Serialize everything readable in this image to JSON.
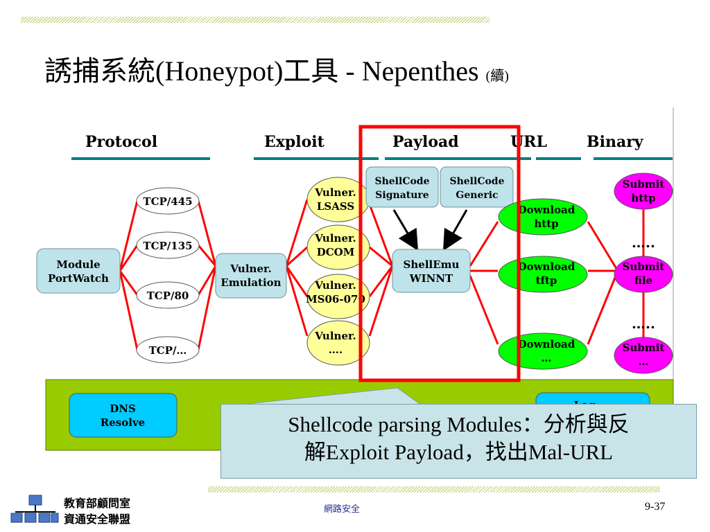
{
  "title": {
    "main": "誘捕系統(Honeypot)工具 - Nepenthes ",
    "suffix": "(續)"
  },
  "columns": [
    "Protocol",
    "Exploit",
    "Payload",
    "URL",
    "Binary"
  ],
  "module": [
    "Module",
    "PortWatch"
  ],
  "ports": [
    "TCP/445",
    "TCP/135",
    "TCP/80",
    "TCP/…"
  ],
  "vuln_emulation": [
    "Vulner.",
    "Emulation"
  ],
  "vulners": [
    [
      "Vulner.",
      "LSASS"
    ],
    [
      "Vulner.",
      "DCOM"
    ],
    [
      "Vulner.",
      "MS06-070"
    ],
    [
      "Vulner.",
      "…."
    ]
  ],
  "shellcode": [
    [
      "ShellCode",
      "Signature"
    ],
    [
      "ShellCode",
      "Generic"
    ]
  ],
  "shellemu": [
    "ShellEmu",
    "WINNT"
  ],
  "downloads": [
    [
      "Download",
      "http"
    ],
    [
      "Download",
      "tftp"
    ],
    [
      "Download",
      "…"
    ]
  ],
  "submits": [
    [
      "Submit",
      "http"
    ],
    [
      "Submit",
      "file"
    ],
    [
      "Submit",
      "…"
    ]
  ],
  "dots": "…..",
  "bottom": {
    "dns": [
      "DNS",
      "Resolve"
    ],
    "log": "Log"
  },
  "note": {
    "line1": "Shellcode parsing Modules：分析與反",
    "line2": "解Exploit Payload，找出Mal-URL"
  },
  "footer": {
    "logo_line1": "教育部顧問室",
    "logo_line2": "資通安全聯盟",
    "center": "網路安全",
    "page": "9-37"
  },
  "colors": {
    "ellipse_yellow": "#ffff99",
    "ellipse_green": "#00ff00",
    "ellipse_magenta": "#ff00ff",
    "box_teal": "#bfe3ea",
    "box_cyan": "#00ccff",
    "bar_green": "#99cc00",
    "edge_red": "#ff0000",
    "highlight_red": "#ff0000",
    "column_underline": "#008080"
  }
}
